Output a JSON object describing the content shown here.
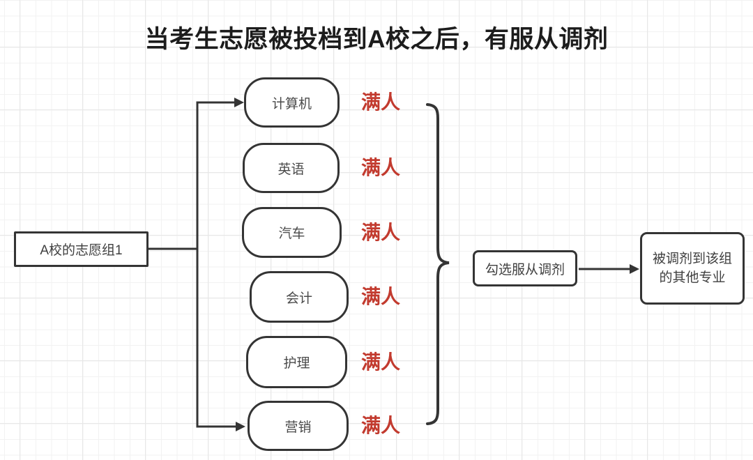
{
  "title": "当考生志愿被投档到A校之后，有服从调剂",
  "group_box": {
    "label": "A校的志愿组1"
  },
  "majors": [
    {
      "label": "计算机",
      "status": "满人"
    },
    {
      "label": "英语",
      "status": "满人"
    },
    {
      "label": "汽车",
      "status": "满人"
    },
    {
      "label": "会计",
      "status": "满人"
    },
    {
      "label": "护理",
      "status": "满人"
    },
    {
      "label": "营销",
      "status": "满人"
    }
  ],
  "action_box": {
    "label": "勾选服从调剂"
  },
  "result_box": {
    "lines": [
      "被调剂到该组",
      "的其他专业"
    ]
  },
  "colors": {
    "line": "#343434",
    "status_red": "#c23a2e",
    "node_text": "#4a4a4a",
    "title_text": "#1c1c1c",
    "grid_minor": "#f2f2f2",
    "grid_major": "#e7e7e7"
  }
}
